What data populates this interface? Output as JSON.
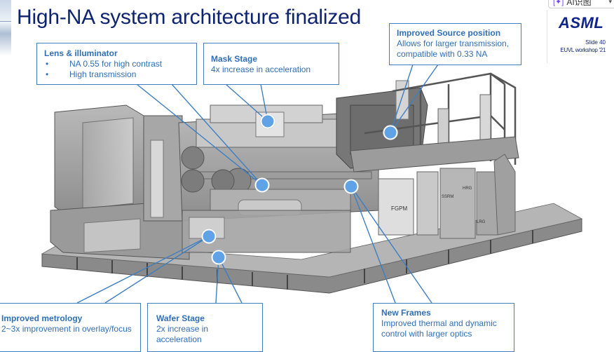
{
  "slide": {
    "title": "High-NA system architecture finalized",
    "logo": "ASML",
    "slide_number": "Slide 40",
    "event": "EUVL workshop '21"
  },
  "overlay_toolbar": {
    "icon": "ai-icon",
    "label": "AI识图",
    "menu_icon": "chevron-down-icon"
  },
  "colors": {
    "title": "#0f2470",
    "callout_text": "#2f6fb8",
    "callout_border": "#3f7fc1",
    "marker": "#5fa3e6"
  },
  "callouts": {
    "lens": {
      "heading": "Lens & illuminator",
      "bullets": [
        "NA 0.55 for high contrast",
        "High transmission"
      ]
    },
    "mask": {
      "heading": "Mask Stage",
      "text": "4x increase in acceleration"
    },
    "source": {
      "heading": "Improved Source position",
      "text": [
        "Allows for larger transmission,",
        "compatible with 0.33 NA"
      ]
    },
    "metrology": {
      "heading": "Improved metrology",
      "text": "2~3x improvement in overlay/focus"
    },
    "wafer": {
      "heading": "Wafer Stage",
      "text": "2x increase in acceleration"
    },
    "frames": {
      "heading": "New Frames",
      "text": [
        "Improved thermal and dynamic",
        "control with larger optics"
      ]
    }
  },
  "machine_labels": [
    "FGPM",
    "SSRM",
    "LRG",
    "HRG"
  ]
}
